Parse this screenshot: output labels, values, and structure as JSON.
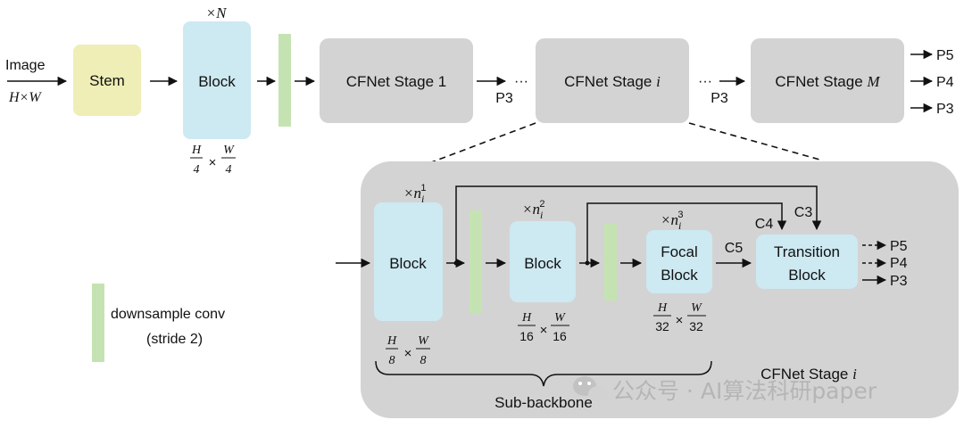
{
  "input": {
    "label": "Image",
    "size": "H×W"
  },
  "top": {
    "stem": "Stem",
    "block": "Block",
    "block_repeat": "×N",
    "block_res": {
      "num_h": "H",
      "den_h": "4",
      "times": "×",
      "num_w": "W",
      "den_w": "4"
    },
    "stage1": "CFNet Stage 1",
    "stage_i_text": "CFNet Stage ",
    "stage_i_var": "i",
    "stage_m_text": "CFNet Stage ",
    "stage_m_var": "M",
    "dots_1": "···",
    "dots_2": "···",
    "p3_a": "P3",
    "p3_b": "P3",
    "outputs": [
      "P5",
      "P4",
      "P3"
    ]
  },
  "detail": {
    "block1": "Block",
    "block1_rep_base": "×n",
    "block1_rep_sub": "i",
    "block1_rep_sup": "1",
    "block1_res": {
      "num_h": "H",
      "den_h": "8",
      "times": "×",
      "num_w": "W",
      "den_w": "8"
    },
    "block2": "Block",
    "block2_rep_base": "×n",
    "block2_rep_sub": "i",
    "block2_rep_sup": "2",
    "block2_res": {
      "num_h": "H",
      "den_h": "16",
      "times": "×",
      "num_w": "W",
      "den_w": "16"
    },
    "focal_line1": "Focal",
    "focal_line2": "Block",
    "focal_rep_base": "×n",
    "focal_rep_sub": "i",
    "focal_rep_sup": "3",
    "focal_res": {
      "num_h": "H",
      "den_h": "32",
      "times": "×",
      "num_w": "W",
      "den_w": "32"
    },
    "transition_line1": "Transition",
    "transition_line2": "Block",
    "c5": "C5",
    "c4": "C4",
    "c3": "C3",
    "outputs": [
      "P5",
      "P4",
      "P3"
    ],
    "sub_backbone": "Sub-backbone",
    "stage_caption_text": "CFNet Stage ",
    "stage_caption_var": "i"
  },
  "legend": {
    "line1": "downsample conv",
    "line2": "(stride 2)"
  },
  "watermark": "公众号 · AI算法科研paper",
  "colors": {
    "stem": "#eeeeb6",
    "block": "#cde9f2",
    "downsample": "#c5e3b2",
    "stage": "#d4d3d3",
    "container": "#d4d3d3"
  }
}
